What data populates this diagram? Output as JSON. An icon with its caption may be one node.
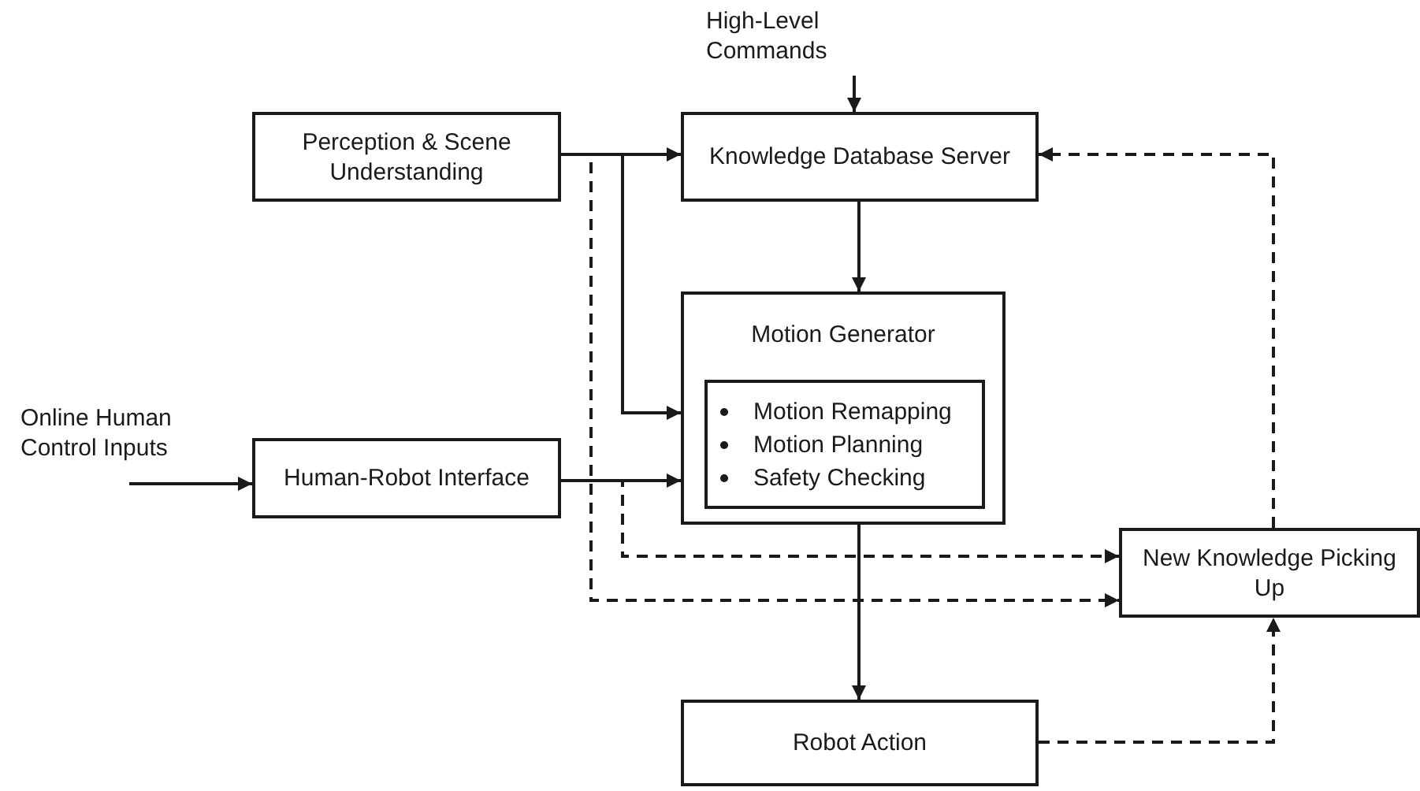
{
  "diagram": {
    "nodes": [
      {
        "text": [
          "High-Level Commands"
        ]
      },
      {
        "text": [
          "Perception & Scene Understanding"
        ]
      },
      {
        "text": [
          "Knowledge Database Server"
        ]
      },
      {
        "text": [
          "Motion Generator"
        ]
      },
      {
        "text": [
          "Motion Remapping",
          "Motion Planning",
          "Safety Checking"
        ],
        "in": 3
      },
      {
        "text": [
          "Online Human Control Inputs"
        ]
      },
      {
        "text": [
          "Human-Robot Interface"
        ]
      },
      {
        "text": [
          "New Knowledge Picking Up"
        ]
      },
      {
        "text": [
          "Robot Action"
        ]
      }
    ],
    "edges": [
      {
        "from": 0,
        "to": 2,
        "arrow": "to"
      },
      {
        "from": 1,
        "to": 2,
        "arrow": "to"
      },
      {
        "from": 1,
        "to": 3,
        "arrow": "to"
      },
      {
        "from": 1,
        "to": 7,
        "arrow": "to",
        "style": "dashed"
      },
      {
        "from": 5,
        "to": 6,
        "arrow": "to"
      },
      {
        "from": 6,
        "to": 3,
        "arrow": "to"
      },
      {
        "from": 6,
        "to": 7,
        "arrow": "to",
        "style": "dashed"
      },
      {
        "from": 2,
        "to": 3,
        "arrow": "to"
      },
      {
        "from": 3,
        "to": 8,
        "arrow": "to"
      },
      {
        "from": 8,
        "to": 7,
        "arrow": "to",
        "style": "dashed"
      },
      {
        "from": 7,
        "to": 2,
        "arrow": "to",
        "style": "dashed"
      }
    ]
  }
}
